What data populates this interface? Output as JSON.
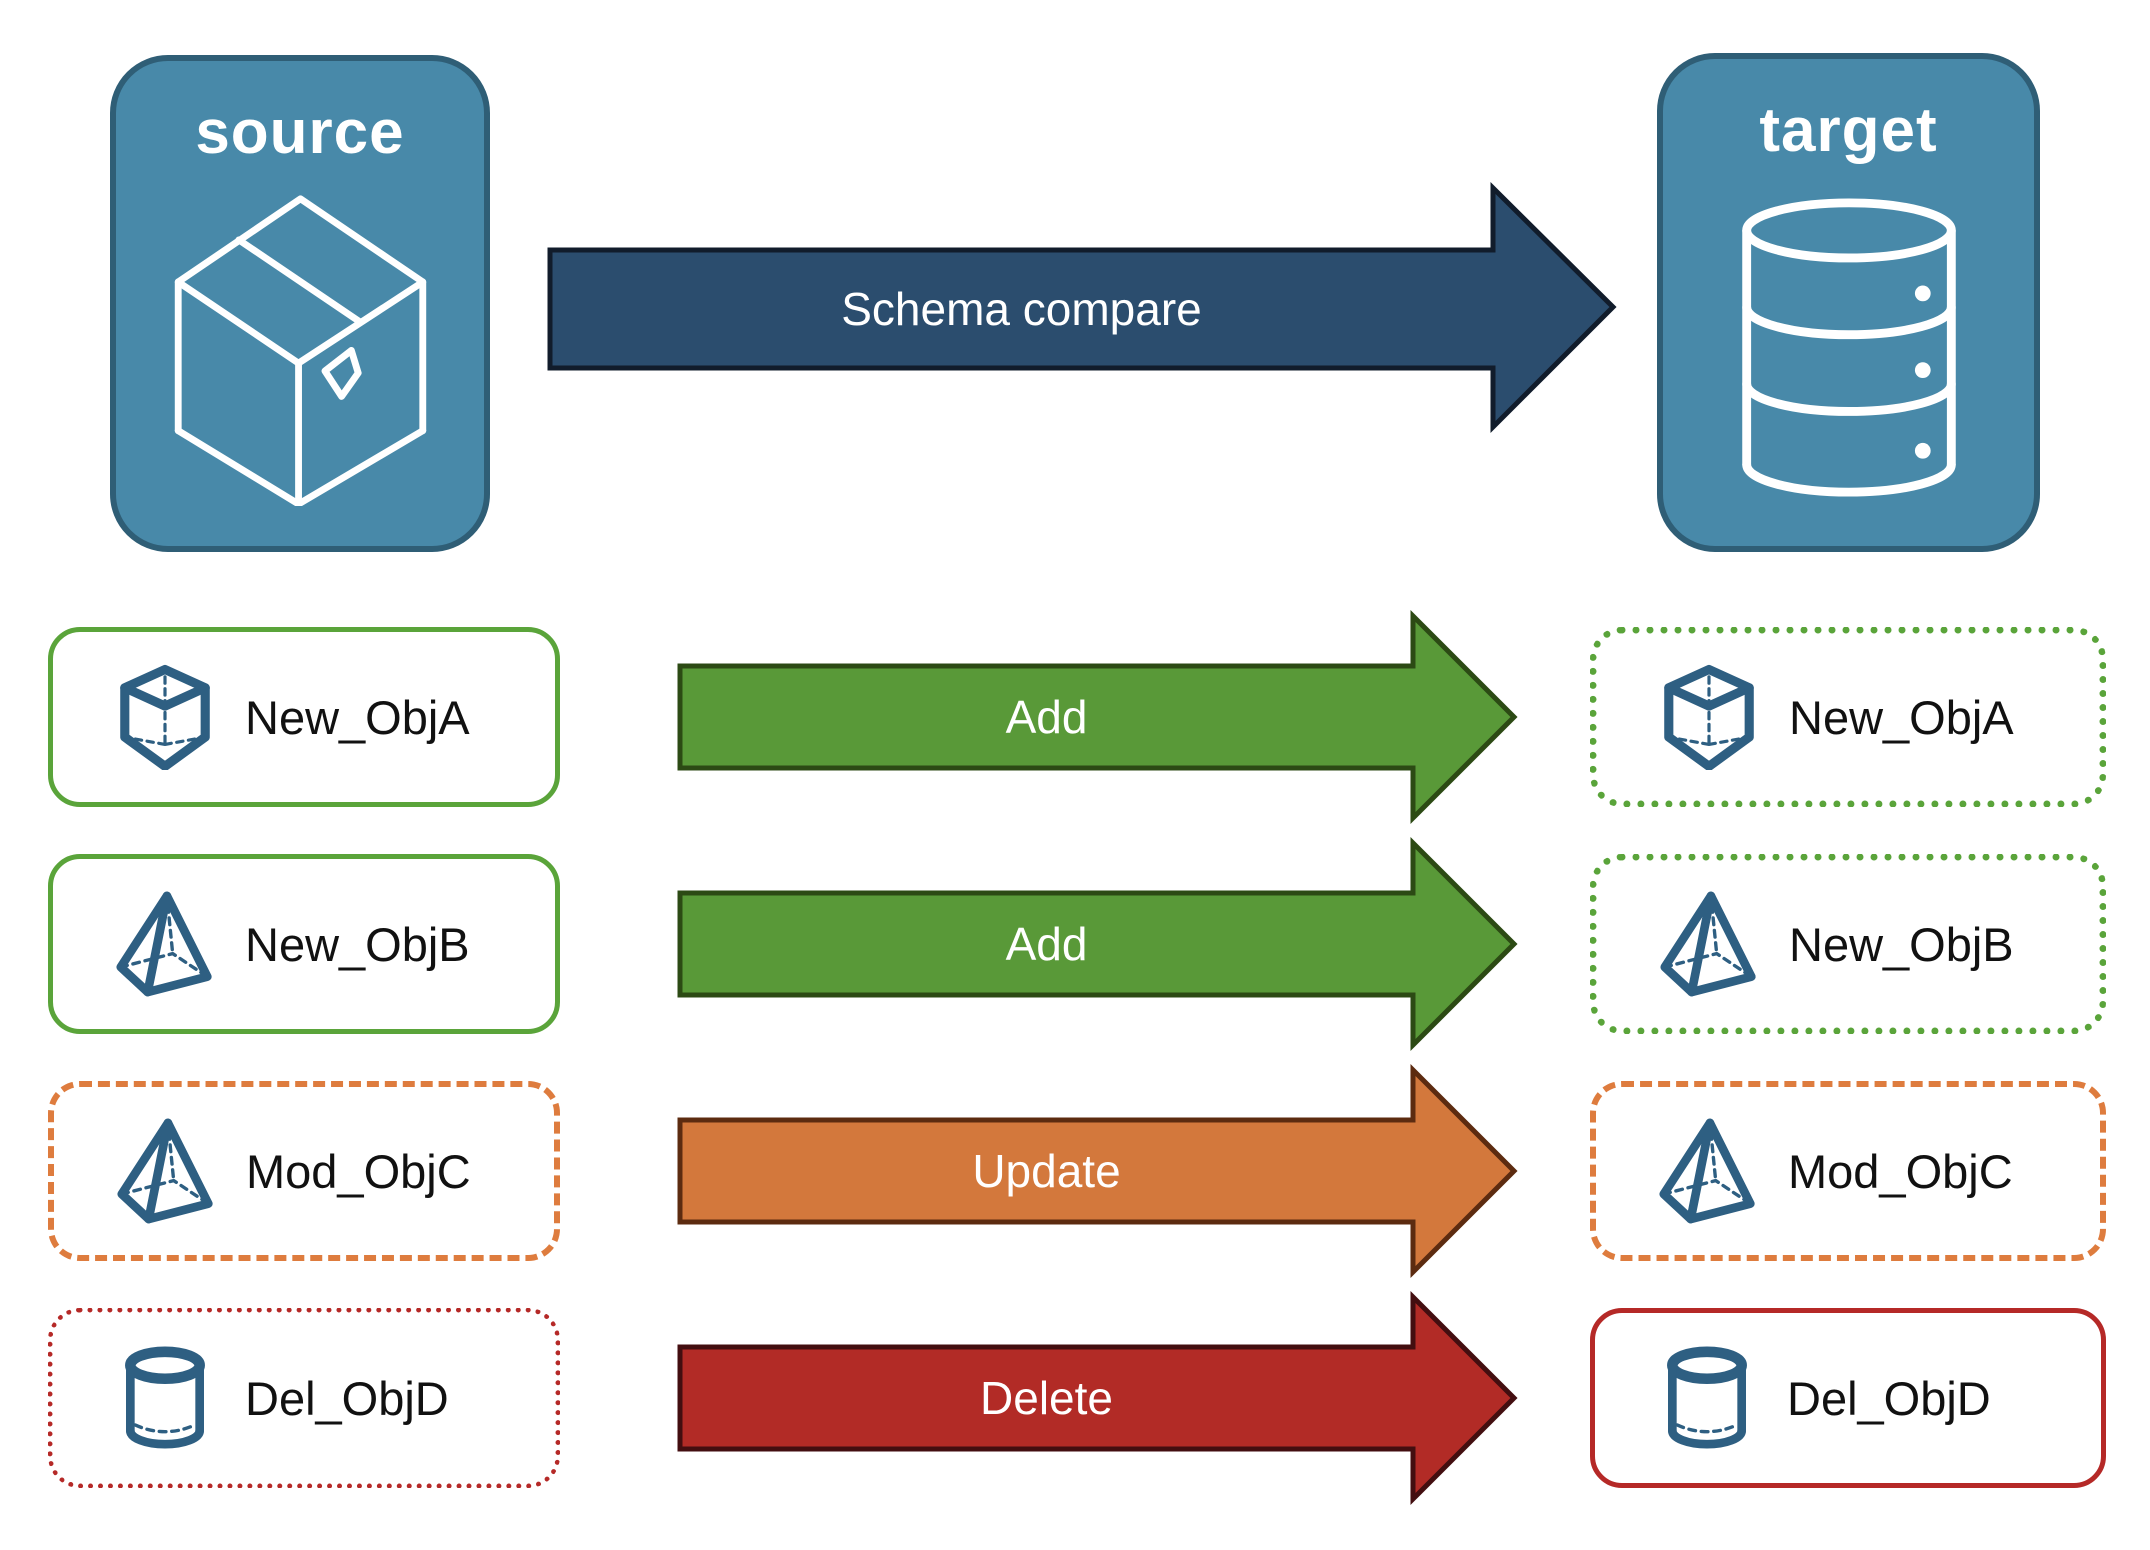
{
  "header": {
    "source_label": "source",
    "target_label": "target",
    "compare_arrow_label": "Schema compare",
    "source_icon": "package-icon",
    "target_icon": "database-icon"
  },
  "rows": [
    {
      "left_label": "New_ObjA",
      "arrow_label": "Add",
      "right_label": "New_ObjA",
      "icon": "cube-icon",
      "action": "add",
      "left_border": "solid-green",
      "right_border": "dotted-green"
    },
    {
      "left_label": "New_ObjB",
      "arrow_label": "Add",
      "right_label": "New_ObjB",
      "icon": "pyramid-icon",
      "action": "add",
      "left_border": "solid-green",
      "right_border": "dotted-green"
    },
    {
      "left_label": "Mod_ObjC",
      "arrow_label": "Update",
      "right_label": "Mod_ObjC",
      "icon": "pyramid-icon",
      "action": "update",
      "left_border": "dashed-orange",
      "right_border": "dashed-orange"
    },
    {
      "left_label": "Del_ObjD",
      "arrow_label": "Delete",
      "right_label": "Del_ObjD",
      "icon": "cylinder-icon",
      "action": "delete",
      "left_border": "dotted-red",
      "right_border": "solid-red"
    }
  ],
  "colors": {
    "blue-fill": "#4889A9",
    "blue-stroke": "#2F5E76",
    "navy-fill": "#2B4D6E",
    "navy-stroke": "#111C2B",
    "green-fill": "#599938",
    "green-stroke": "#2C4A14",
    "green-border": "#5AA43A",
    "orange-fill": "#D3783C",
    "orange-stroke": "#5C2B10",
    "orange-border": "#DE7C3E",
    "red-fill": "#B22B26",
    "red-stroke": "#430E10",
    "red-border": "#B52927",
    "icon-blue": "#2E5F82"
  }
}
